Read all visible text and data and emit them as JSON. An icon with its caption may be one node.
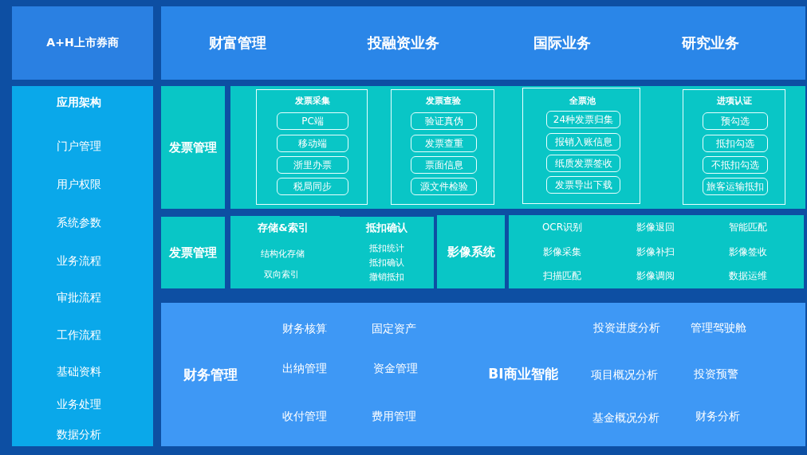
{
  "diagram": {
    "nodes": [
      {
        "text": [
          "A+H上市券商"
        ]
      },
      {
        "text": [
          "财富管理",
          "投融资业务",
          "国际业务",
          "研究业务"
        ]
      },
      {
        "text": [
          "应用架构",
          "门户管理",
          "用户权限",
          "系统参数",
          "业务流程",
          "审批流程",
          "工作流程",
          "基础资料",
          "业务处理",
          "数据分析"
        ]
      },
      {
        "text": [
          "发票管理"
        ]
      },
      {
        "text": [],
        "shape": "box"
      },
      {
        "text": [
          "发票采集"
        ],
        "in": 4
      },
      {
        "text": [
          "PC端"
        ],
        "in": 5
      },
      {
        "text": [
          "移动端"
        ],
        "in": 5
      },
      {
        "text": [
          "浙里办票"
        ],
        "in": 5
      },
      {
        "text": [
          "税局同步"
        ],
        "in": 5
      },
      {
        "text": [
          "发票查验"
        ],
        "in": 4
      },
      {
        "text": [
          "验证真伪"
        ],
        "in": 10
      },
      {
        "text": [
          "发票查重"
        ],
        "in": 10
      },
      {
        "text": [
          "票面信息"
        ],
        "in": 10
      },
      {
        "text": [
          "源文件检验"
        ],
        "in": 10
      },
      {
        "text": [
          "全票池"
        ],
        "in": 4
      },
      {
        "text": [
          "24种发票归集"
        ],
        "in": 15
      },
      {
        "text": [
          "报销入账信息"
        ],
        "in": 15
      },
      {
        "text": [
          "纸质发票签收"
        ],
        "in": 15
      },
      {
        "text": [
          "发票导出下载"
        ],
        "in": 15
      },
      {
        "text": [
          "进项认证"
        ],
        "in": 4
      },
      {
        "text": [
          "预勾选"
        ],
        "in": 20
      },
      {
        "text": [
          "抵扣勾选"
        ],
        "in": 20
      },
      {
        "text": [
          "不抵扣勾选"
        ],
        "in": 20
      },
      {
        "text": [
          "旅客运输抵扣"
        ],
        "in": 20
      },
      {
        "text": [
          "发票管理"
        ]
      },
      {
        "text": [
          "存储&索引",
          "结构化存储",
          "双向索引"
        ]
      },
      {
        "text": [
          "抵扣确认",
          "抵扣统计",
          "抵扣确认",
          "撤销抵扣"
        ]
      },
      {
        "text": [
          "影像系统"
        ]
      },
      {
        "text": [
          "OCR识别",
          "影像退回",
          "智能匹配",
          "影像采集",
          "影像补扫",
          "影像签收",
          "扫描匹配",
          "影像调阅",
          "数据运维"
        ]
      },
      {
        "text": [
          "财务管理",
          "财务核算",
          "固定资产",
          "出纳管理",
          "资金管理",
          "收付管理",
          "费用管理",
          "BI商业智能",
          "投资进度分析",
          "管理驾驶舱",
          "项目概况分析",
          "投资预警",
          "基金概况分析",
          "财务分析"
        ]
      }
    ]
  }
}
